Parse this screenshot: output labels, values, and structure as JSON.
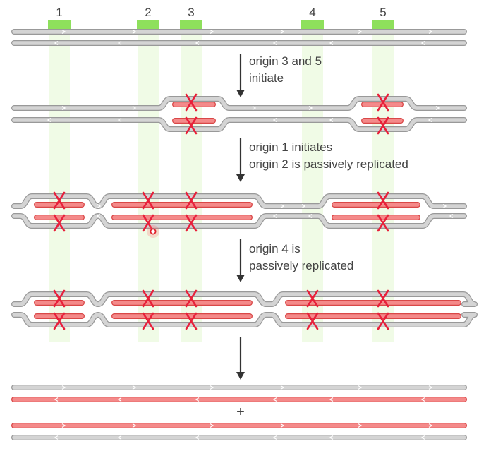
{
  "origins": [
    "1",
    "2",
    "3",
    "4",
    "5"
  ],
  "steps": [
    {
      "line1": "origin 3 and 5",
      "line2": "initiate"
    },
    {
      "line1": "origin 1 initiates",
      "line2": "origin 2 is passively replicated"
    },
    {
      "line1": "origin 4 is",
      "line2": "passively replicated"
    },
    {
      "line1": "",
      "line2": ""
    }
  ],
  "plus_sign": "+",
  "colors": {
    "parental_strand": "#d4d4d4",
    "new_strand": "#f48a8a",
    "origin_box": "#8ee05c",
    "origin_band": "#eefbe3",
    "inactivation_mark": "#e8203a",
    "arrow": "#333333"
  }
}
